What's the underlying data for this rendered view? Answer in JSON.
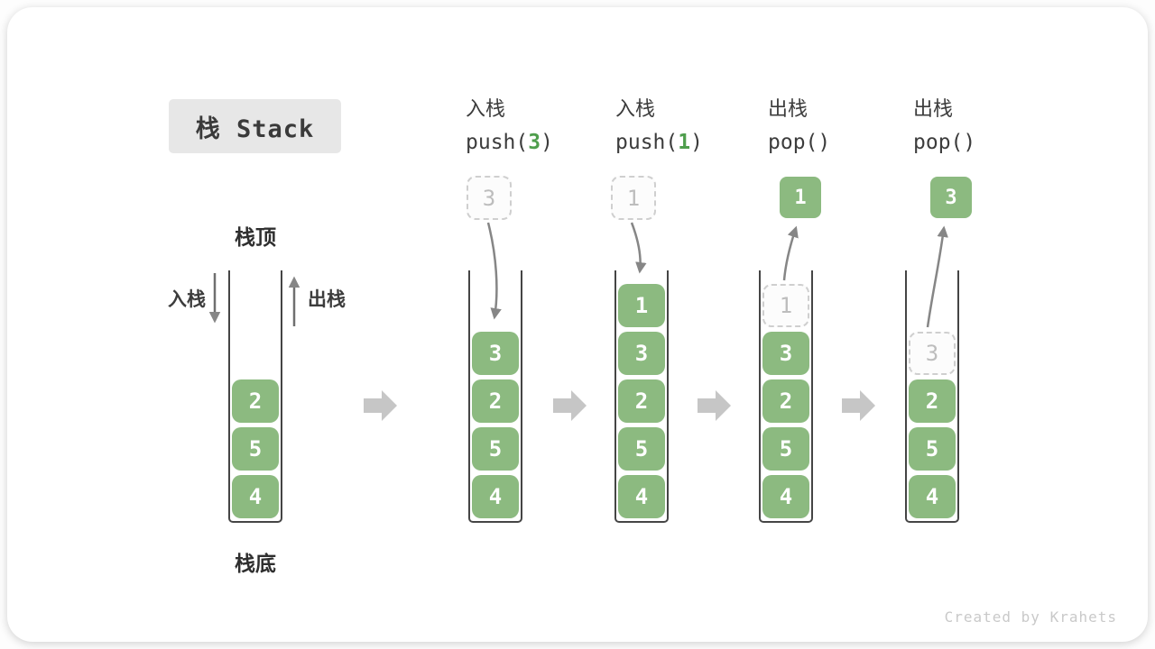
{
  "title": "栈 Stack",
  "stack_labels": {
    "top": "栈顶",
    "bottom": "栈底",
    "push_side": "入栈",
    "pop_side": "出栈"
  },
  "initial_stack": {
    "cells": [
      {
        "v": "2"
      },
      {
        "v": "5"
      },
      {
        "v": "4"
      }
    ]
  },
  "steps": [
    {
      "op_label": "入栈",
      "code_prefix": "push(",
      "code_arg": "3",
      "code_suffix": ")",
      "floating_value": "3",
      "cells": [
        {
          "v": "3"
        },
        {
          "v": "2"
        },
        {
          "v": "5"
        },
        {
          "v": "4"
        }
      ]
    },
    {
      "op_label": "入栈",
      "code_prefix": "push(",
      "code_arg": "1",
      "code_suffix": ")",
      "floating_value": "1",
      "cells": [
        {
          "v": "1"
        },
        {
          "v": "3"
        },
        {
          "v": "2"
        },
        {
          "v": "5"
        },
        {
          "v": "4"
        }
      ]
    },
    {
      "op_label": "出栈",
      "code_prefix": "pop(",
      "code_arg": "",
      "code_suffix": ")",
      "floating_value": "1",
      "cells": [
        {
          "v": "1",
          "removed": true
        },
        {
          "v": "3"
        },
        {
          "v": "2"
        },
        {
          "v": "5"
        },
        {
          "v": "4"
        }
      ]
    },
    {
      "op_label": "出栈",
      "code_prefix": "pop(",
      "code_arg": "",
      "code_suffix": ")",
      "floating_value": "3",
      "cells": [
        {
          "v": "3",
          "removed": true
        },
        {
          "v": "2"
        },
        {
          "v": "5"
        },
        {
          "v": "4"
        }
      ]
    }
  ],
  "credit": "Created by Krahets",
  "colors": {
    "cell_green": "#8cba80",
    "code_arg_green": "#4f9e4d",
    "arrow_gray": "#868686",
    "step_arrow_gray": "#c6c6c6",
    "title_bg": "#e7e7e7",
    "label_dark": "#3c3c3c",
    "dashed_border": "#cfcfcf",
    "dashed_text": "#bdbdbd",
    "credit_gray": "#c9c9c9"
  }
}
